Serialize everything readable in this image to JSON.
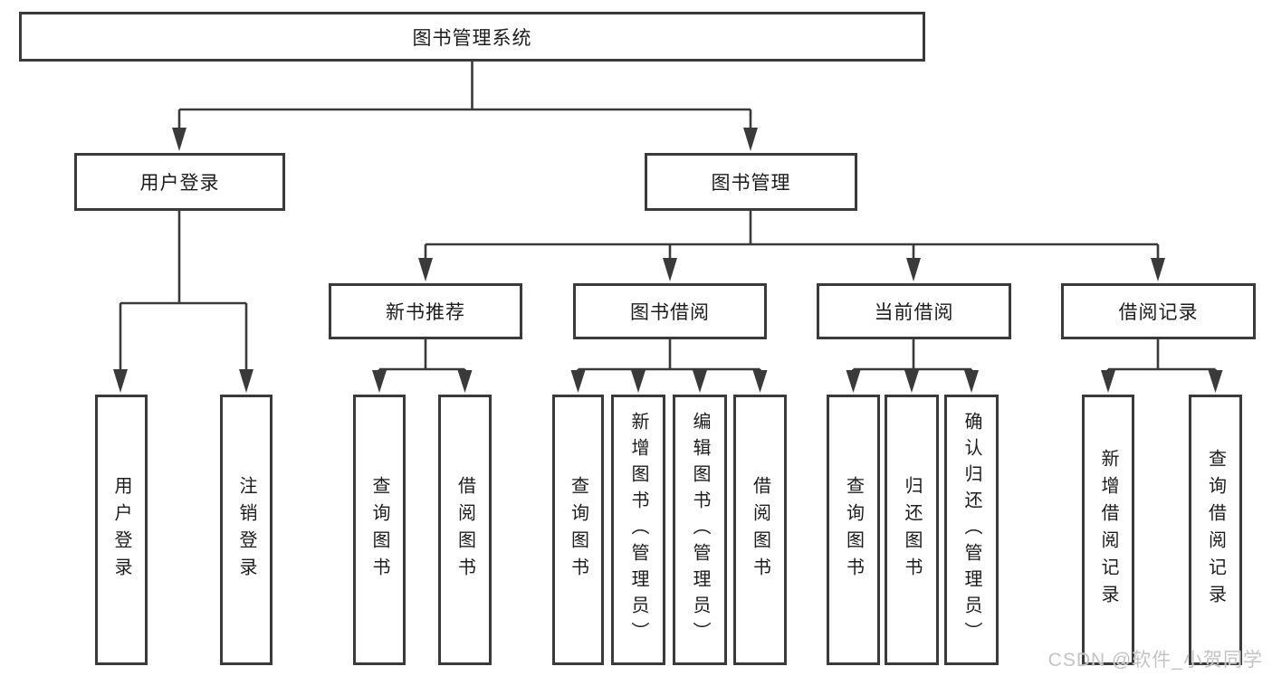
{
  "level1": {
    "label": "图书管理系统"
  },
  "level2": [
    {
      "label": "用户登录"
    },
    {
      "label": "图书管理"
    }
  ],
  "level3": [
    {
      "label": "新书推荐"
    },
    {
      "label": "图书借阅"
    },
    {
      "label": "当前借阅"
    },
    {
      "label": "借阅记录"
    }
  ],
  "level4": {
    "user_login": [
      {
        "label": "用户登录"
      },
      {
        "label": "注销登录"
      }
    ],
    "new_books": [
      {
        "label": "查询图书"
      },
      {
        "label": "借阅图书"
      }
    ],
    "book_borrow": [
      {
        "label": "查询图书"
      },
      {
        "label": "新增图书（管理员）"
      },
      {
        "label": "编辑图书（管理员）"
      },
      {
        "label": "借阅图书"
      }
    ],
    "current_borrow": [
      {
        "label": "查询图书"
      },
      {
        "label": "归还图书"
      },
      {
        "label": "确认归还（管理员）"
      }
    ],
    "borrow_records": [
      {
        "label": "新增借阅记录"
      },
      {
        "label": "查询借阅记录"
      }
    ]
  },
  "watermark": "CSDN @软件_小贺同学",
  "colors": {
    "line": "#3a3a3a",
    "box_border": "#3a3a3a",
    "text": "#1c1c1c",
    "watermark": "#c3c3c3",
    "background": "#ffffff"
  }
}
